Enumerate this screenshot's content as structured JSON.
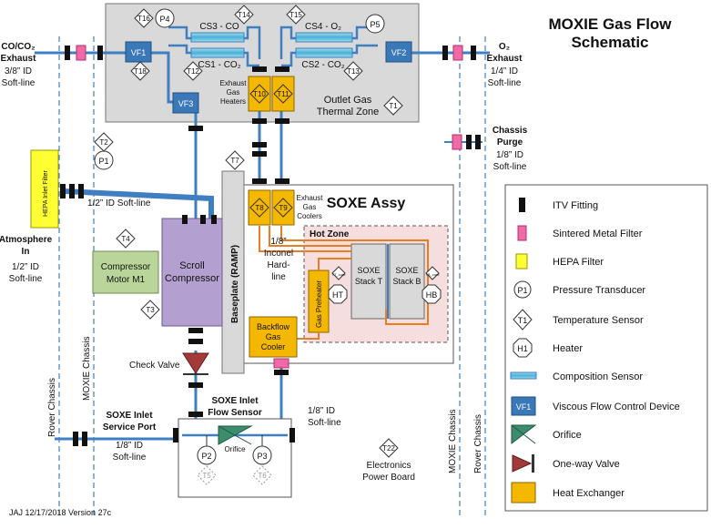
{
  "title": [
    "MOXIE Gas Flow",
    "Schematic"
  ],
  "version": "JAJ 12/17/2018 Version 27c",
  "ports": {
    "co_exhaust": [
      "CO/CO₂",
      "Exhaust",
      "3/8” ID",
      "Soft-line"
    ],
    "o2_exhaust": [
      "O₂",
      "Exhaust",
      "1/4” ID",
      "Soft-line"
    ],
    "chassis_purge": [
      "Chassis",
      "Purge",
      "1/8” ID",
      "Soft-line"
    ],
    "atmosphere_in": [
      "Atmosphere",
      "In",
      "1/2” ID",
      "Soft-line"
    ],
    "soxe_inlet_port": [
      "SOXE Inlet",
      "Service Port",
      "1/8” ID",
      "Soft-line"
    ]
  },
  "outlet_zone": {
    "label": [
      "Outlet Gas",
      "Thermal Zone"
    ],
    "sensors": {
      "cs1": "CS1 - CO₂",
      "cs2": "CS2 - CO₂",
      "cs3": "CS3 - CO",
      "cs4": "CS4 - O₂"
    },
    "heaters_label": [
      "Exhaust",
      "Gas",
      "Heaters"
    ]
  },
  "soxe": {
    "title": "SOXE Assy",
    "hot_zone": "Hot Zone",
    "stack_t": [
      "SOXE",
      "Stack T"
    ],
    "stack_b": [
      "SOXE",
      "Stack B"
    ],
    "preheater": "Gas Preheater",
    "coolers": [
      "Exhaust",
      "Gas",
      "Coolers"
    ],
    "backflow": [
      "Backflow",
      "Gas",
      "Cooler"
    ]
  },
  "components": {
    "hepa": "HEPA Inlet Filter",
    "soft_line": "1/2” ID Soft-line",
    "compressor": [
      "Scroll",
      "Compressor"
    ],
    "motor": [
      "Compressor",
      "Motor M1"
    ],
    "baseplate": "Baseplate (RAMP)",
    "inconel": [
      "1/8”",
      "Inconel",
      "Hard-",
      "line"
    ],
    "check_valve": "Check Valve",
    "flow_sensor": [
      "SOXE Inlet",
      "Flow Sensor"
    ],
    "orifice": "Orifice",
    "inlet_soft": [
      "1/8” ID",
      "Soft-line"
    ],
    "electronics": [
      "Electronics",
      "Power Board"
    ],
    "moxie_chassis": "MOXIE Chassis",
    "rover_chassis": "Rover Chassis"
  },
  "markers": {
    "t1": "T1",
    "t2": "T2",
    "t3": "T3",
    "t4": "T4",
    "t5": "T5",
    "t6": "T6",
    "t7": "T7",
    "t8": "T8",
    "t9": "T9",
    "t10": "T10",
    "t11": "T11",
    "t12": "T12",
    "t13": "T13",
    "t14": "T14",
    "t15": "T15",
    "t16": "T16",
    "t18": "T18",
    "t22": "T22",
    "p1": "P1",
    "p2": "P2",
    "p3": "P3",
    "p4": "P4",
    "p5": "P5",
    "vf1": "VF1",
    "vf2": "VF2",
    "vf3": "VF3",
    "ht": "HT",
    "hb": "HB",
    "tt_core": "TT_core",
    "tb_core": "TB_core"
  },
  "legend": {
    "itv": "ITV Fitting",
    "sintered": "Sintered Metal Filter",
    "hepa": "HEPA Filter",
    "pressure": "Pressure Transducer",
    "temperature": "Temperature Sensor",
    "heater": "Heater",
    "composition": "Composition Sensor",
    "viscous": "Viscous Flow Control Device",
    "orifice": "Orifice",
    "oneway": "One-way Valve",
    "heatex": "Heat Exchanger",
    "sym_p1": "P1",
    "sym_t1": "T1",
    "sym_h1": "H1",
    "sym_vf1": "VF1"
  },
  "colors": {
    "pipe": "#3f7fc1",
    "heat_exchanger": "#f5b800",
    "compressor": "#b39fd0",
    "motor": "#b9d59a",
    "hepa": "#ffff33",
    "sintered": "#f06aa8",
    "zone": "#d9d9d9",
    "hot_zone": "#f6dede",
    "copper": "#e77e25",
    "vf": "#3a78b8",
    "orifice": "#3c8c6e",
    "valve": "#a33a3a"
  }
}
